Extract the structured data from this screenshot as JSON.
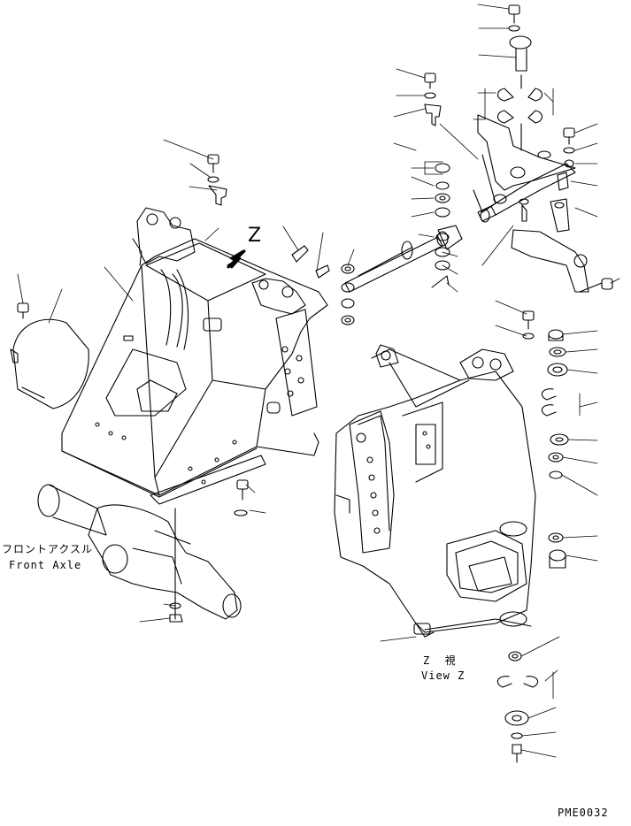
{
  "diagram": {
    "arrow_label": "Z",
    "front_axle_jp": "フロントアクスル",
    "front_axle_en": "Front Axle",
    "view_z_jp": "Z  視",
    "view_z_en": "View Z",
    "drawing_code": "PME0032"
  },
  "colors": {
    "ink": "#000000",
    "paper": "#ffffff"
  }
}
